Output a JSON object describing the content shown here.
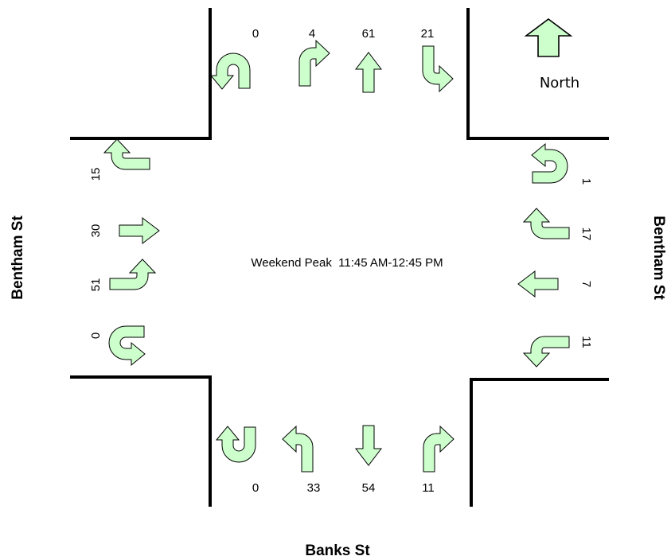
{
  "title": "Weekend Peak  11:45 AM-12:45 PM",
  "colors": {
    "arrow_fill": "#ccffcc",
    "stroke": "#000000"
  },
  "north_label": "North",
  "streets": {
    "west": "Bentham St",
    "east": "Bentham St",
    "south": "Banks St"
  },
  "approaches": {
    "north": {
      "u_turn": "0",
      "right": "4",
      "through": "61",
      "left": "21"
    },
    "west": {
      "left": "15",
      "through": "30",
      "right": "51",
      "u_turn": "0"
    },
    "east": {
      "u_turn": "1",
      "right": "17",
      "through": "7",
      "left": "11"
    },
    "south": {
      "u_turn": "0",
      "right": "33",
      "through": "54",
      "left": "11"
    }
  }
}
